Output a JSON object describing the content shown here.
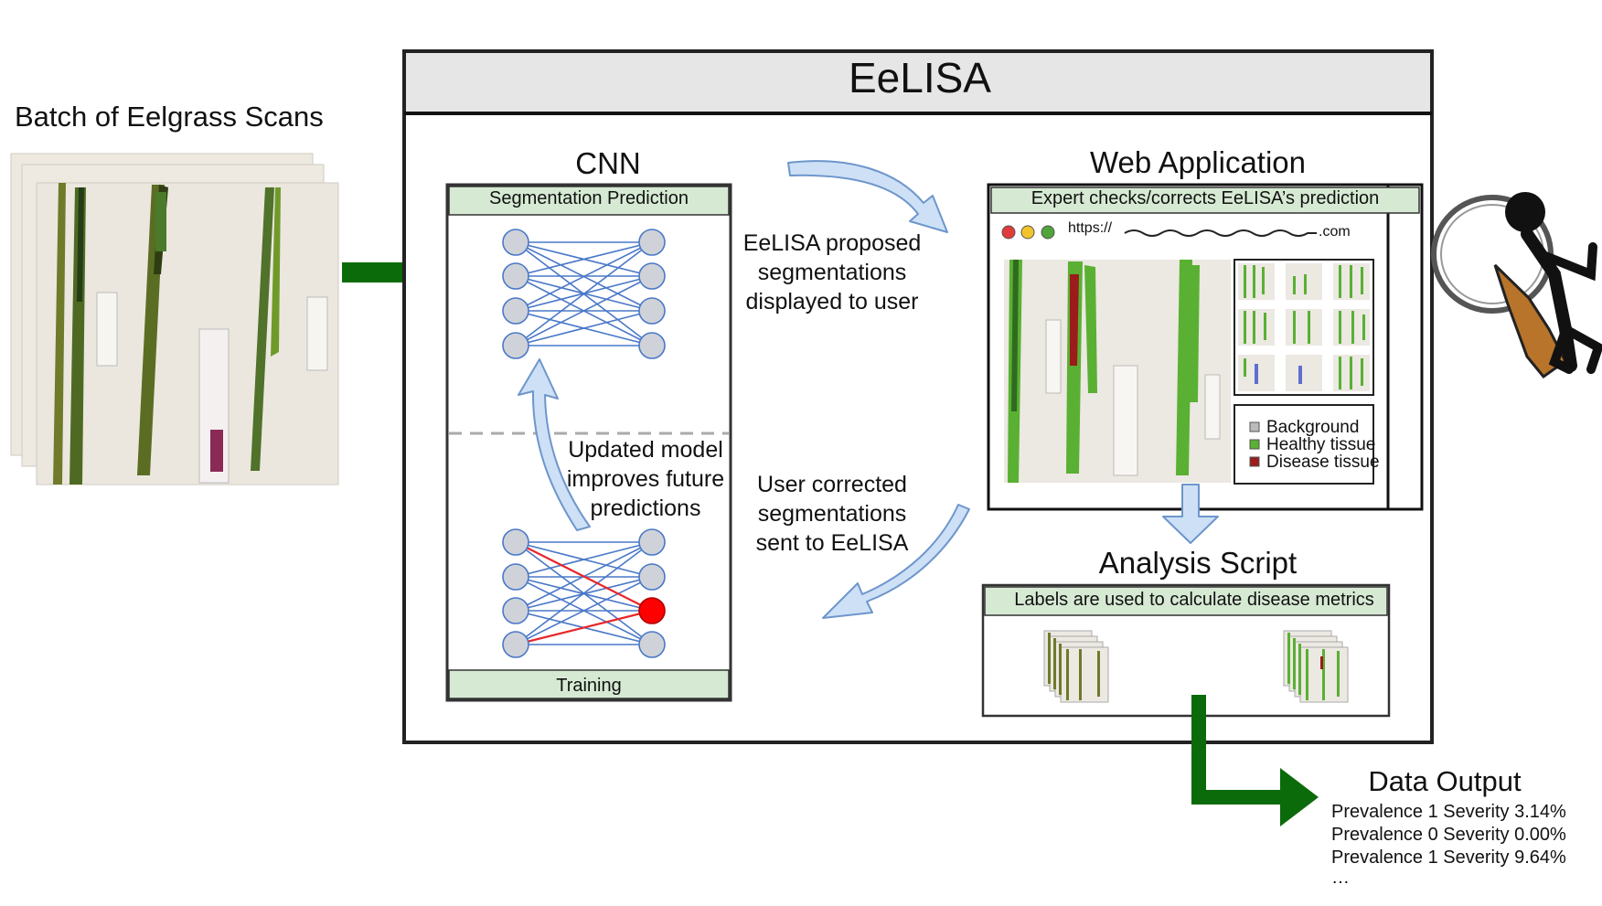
{
  "scans": {
    "title": "Batch of Eelgrass Scans"
  },
  "system": {
    "title": "EeLISA"
  },
  "cnn": {
    "title": "CNN",
    "top_label": "Segmentation Prediction",
    "bottom_label": "Training",
    "feedback_text": [
      "Updated model",
      "improves future",
      "predictions"
    ]
  },
  "flow": {
    "proposed_text": [
      "EeLISA proposed",
      "segmentations",
      "displayed to user"
    ],
    "corrected_text": [
      "User corrected",
      "segmentations",
      "sent to EeLISA"
    ]
  },
  "webapp": {
    "title": "Web Application",
    "banner": "Expert checks/corrects EeLISA’s prediction",
    "url_prefix": "https://",
    "url_suffix": ".com",
    "legend": [
      "Background",
      "Healthy tissue",
      "Disease tissue"
    ]
  },
  "analysis": {
    "title": "Analysis Script",
    "banner": "Labels are used to calculate disease metrics"
  },
  "output": {
    "title": "Data Output",
    "lines": [
      "Prevalence 1 Severity 3.14%",
      "Prevalence 0 Severity 0.00%",
      "Prevalence 1 Severity 9.64%",
      "…"
    ]
  },
  "colors": {
    "flow_arrow_green": "#0b6b0b",
    "label_bar_green": "#d6ead3",
    "light_arrow_blue": "#cde0f6",
    "arrow_outline_blue": "#6e96cc",
    "network_edge_blue": "#4a78c8",
    "network_node_gray": "#cfd2d8",
    "corrected_edge_red": "#e8262a",
    "corrected_node_red": "#ff0000",
    "healthy_tissue_green": "#5ab033",
    "disease_tissue_red": "#9c1b1b",
    "background_gray": "#bbbbbb",
    "header_gray": "#e6e6e6"
  },
  "icons": [
    "magnifier-figure-icon",
    "browser-dot-icons",
    "scan-stack-thumbnail"
  ]
}
